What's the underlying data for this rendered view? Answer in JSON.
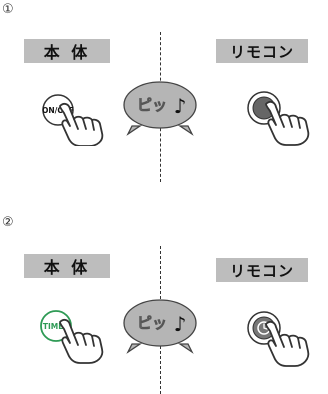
{
  "sections": [
    {
      "number": "①",
      "left_label": "本 体",
      "right_label": "リモコン",
      "button_text": "ON/OFF",
      "bubble_text": "ピッ",
      "bubble_note": "♪"
    },
    {
      "number": "②",
      "left_label": "本 体",
      "right_label": "リモコン",
      "button_text": "TIMER",
      "bubble_text": "ピッ",
      "bubble_note": "♪"
    }
  ],
  "colors": {
    "label_bg": "#bdbdbd",
    "bubble_fill": "#b5b5b5",
    "timer_green": "#2e9a55",
    "remote_button": "#666666"
  }
}
